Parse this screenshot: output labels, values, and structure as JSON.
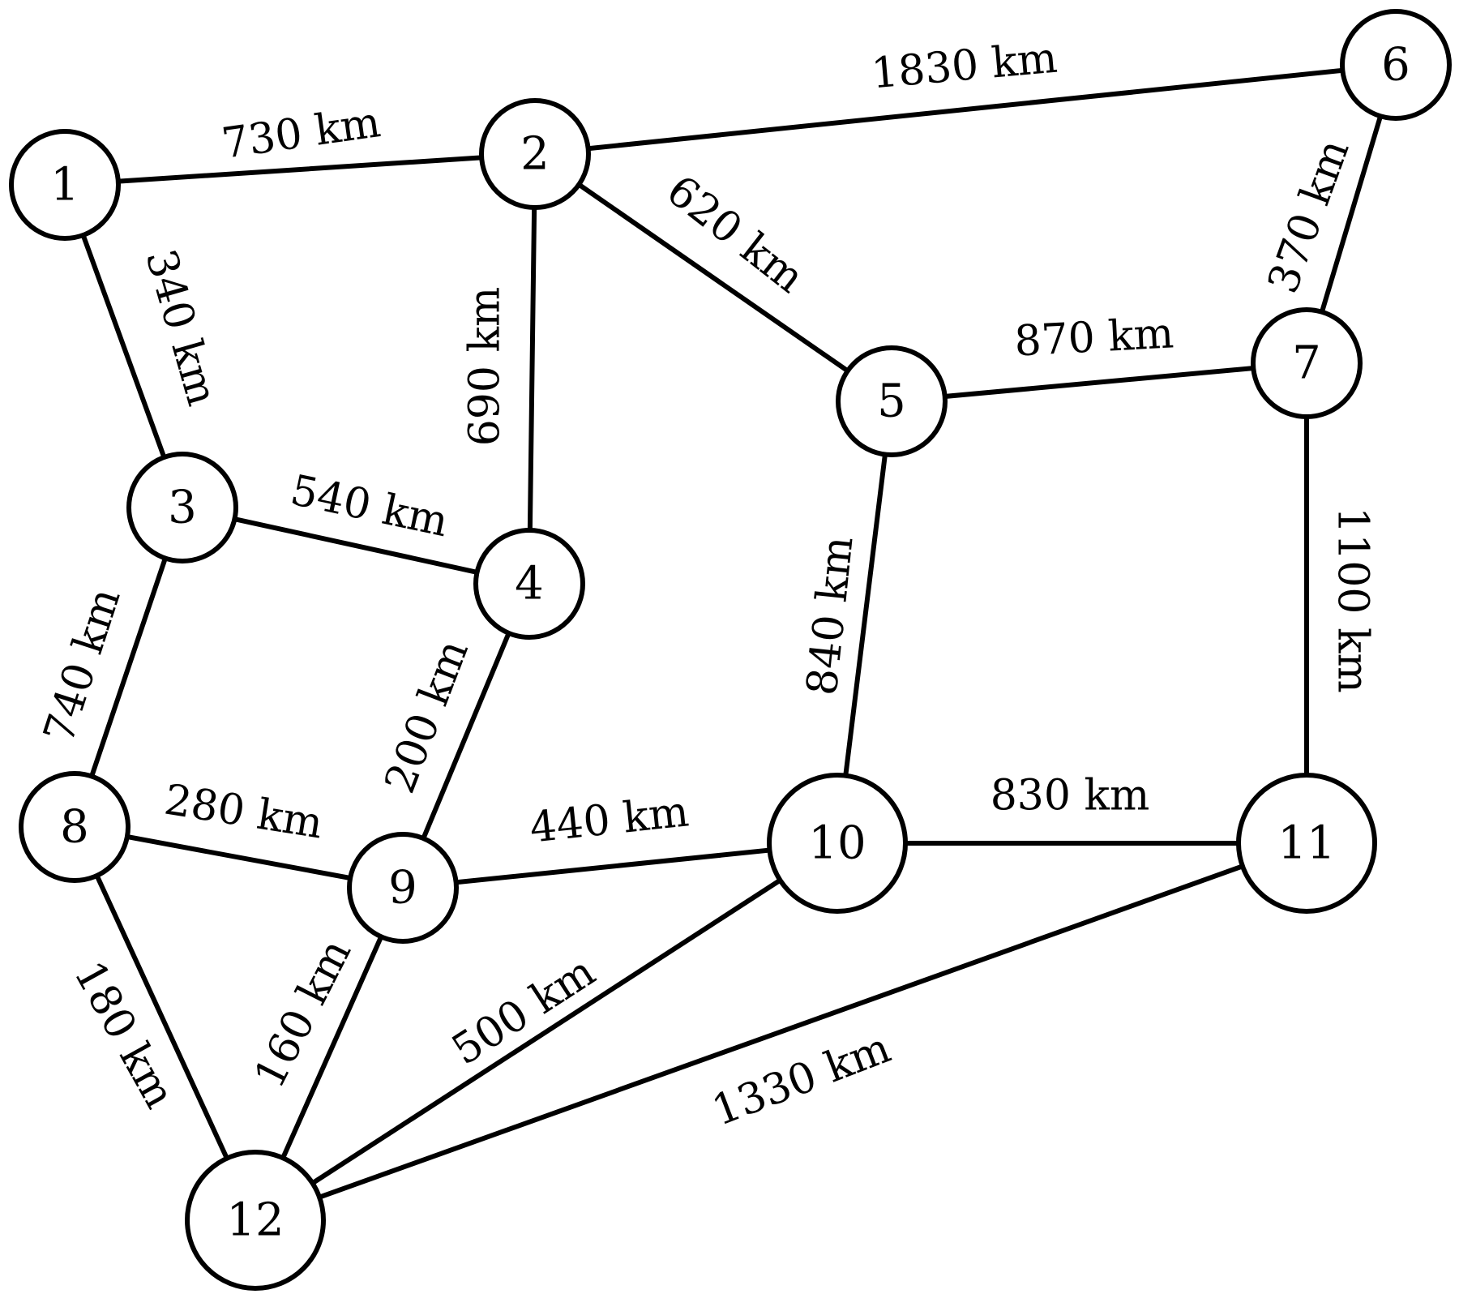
{
  "graph": {
    "nodes": [
      {
        "id": "1",
        "label": "1"
      },
      {
        "id": "2",
        "label": "2"
      },
      {
        "id": "3",
        "label": "3"
      },
      {
        "id": "4",
        "label": "4"
      },
      {
        "id": "5",
        "label": "5"
      },
      {
        "id": "6",
        "label": "6"
      },
      {
        "id": "7",
        "label": "7"
      },
      {
        "id": "8",
        "label": "8"
      },
      {
        "id": "9",
        "label": "9"
      },
      {
        "id": "10",
        "label": "10"
      },
      {
        "id": "11",
        "label": "11"
      },
      {
        "id": "12",
        "label": "12"
      }
    ],
    "edges": [
      {
        "from": "1",
        "to": "2",
        "label": "730 km"
      },
      {
        "from": "2",
        "to": "6",
        "label": "1830 km"
      },
      {
        "from": "1",
        "to": "3",
        "label": "340 km"
      },
      {
        "from": "2",
        "to": "4",
        "label": "690 km"
      },
      {
        "from": "2",
        "to": "5",
        "label": "620 km"
      },
      {
        "from": "6",
        "to": "7",
        "label": "370 km"
      },
      {
        "from": "5",
        "to": "7",
        "label": "870 km"
      },
      {
        "from": "3",
        "to": "4",
        "label": "540 km"
      },
      {
        "from": "3",
        "to": "8",
        "label": "740 km"
      },
      {
        "from": "4",
        "to": "9",
        "label": "200 km"
      },
      {
        "from": "5",
        "to": "10",
        "label": "840 km"
      },
      {
        "from": "7",
        "to": "11",
        "label": "1100 km"
      },
      {
        "from": "8",
        "to": "9",
        "label": "280 km"
      },
      {
        "from": "9",
        "to": "10",
        "label": "440 km"
      },
      {
        "from": "10",
        "to": "11",
        "label": "830 km"
      },
      {
        "from": "8",
        "to": "12",
        "label": "180 km"
      },
      {
        "from": "9",
        "to": "12",
        "label": "160 km"
      },
      {
        "from": "10",
        "to": "12",
        "label": "500 km"
      },
      {
        "from": "11",
        "to": "12",
        "label": "1330 km"
      }
    ]
  }
}
